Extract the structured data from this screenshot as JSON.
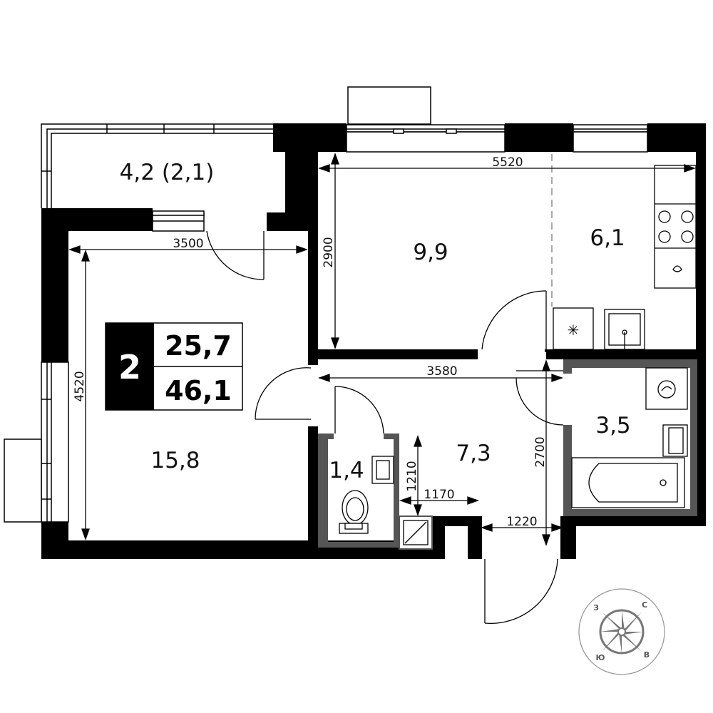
{
  "rooms": {
    "balcony": "4,2 (2,1)",
    "living": "15,8",
    "bedroom": "9,9",
    "kitchen": "6,1",
    "hall": "7,3",
    "wc": "1,4",
    "bath": "3,5"
  },
  "dimensions": {
    "d5520": "5520",
    "d3500": "3500",
    "d2900": "2900",
    "d4520": "4520",
    "d3580": "3580",
    "d2700": "2700",
    "d1210": "1210",
    "d1170": "1170",
    "d1220": "1220"
  },
  "badge": {
    "rooms": "2",
    "living_area": "25,7",
    "total_area": "46,1"
  },
  "compass": {
    "north": "С",
    "south": "Ю",
    "west": "З",
    "east": "В"
  },
  "colors": {
    "wall": "#000000",
    "wet_wall": "#555555",
    "compass": "#777777"
  }
}
